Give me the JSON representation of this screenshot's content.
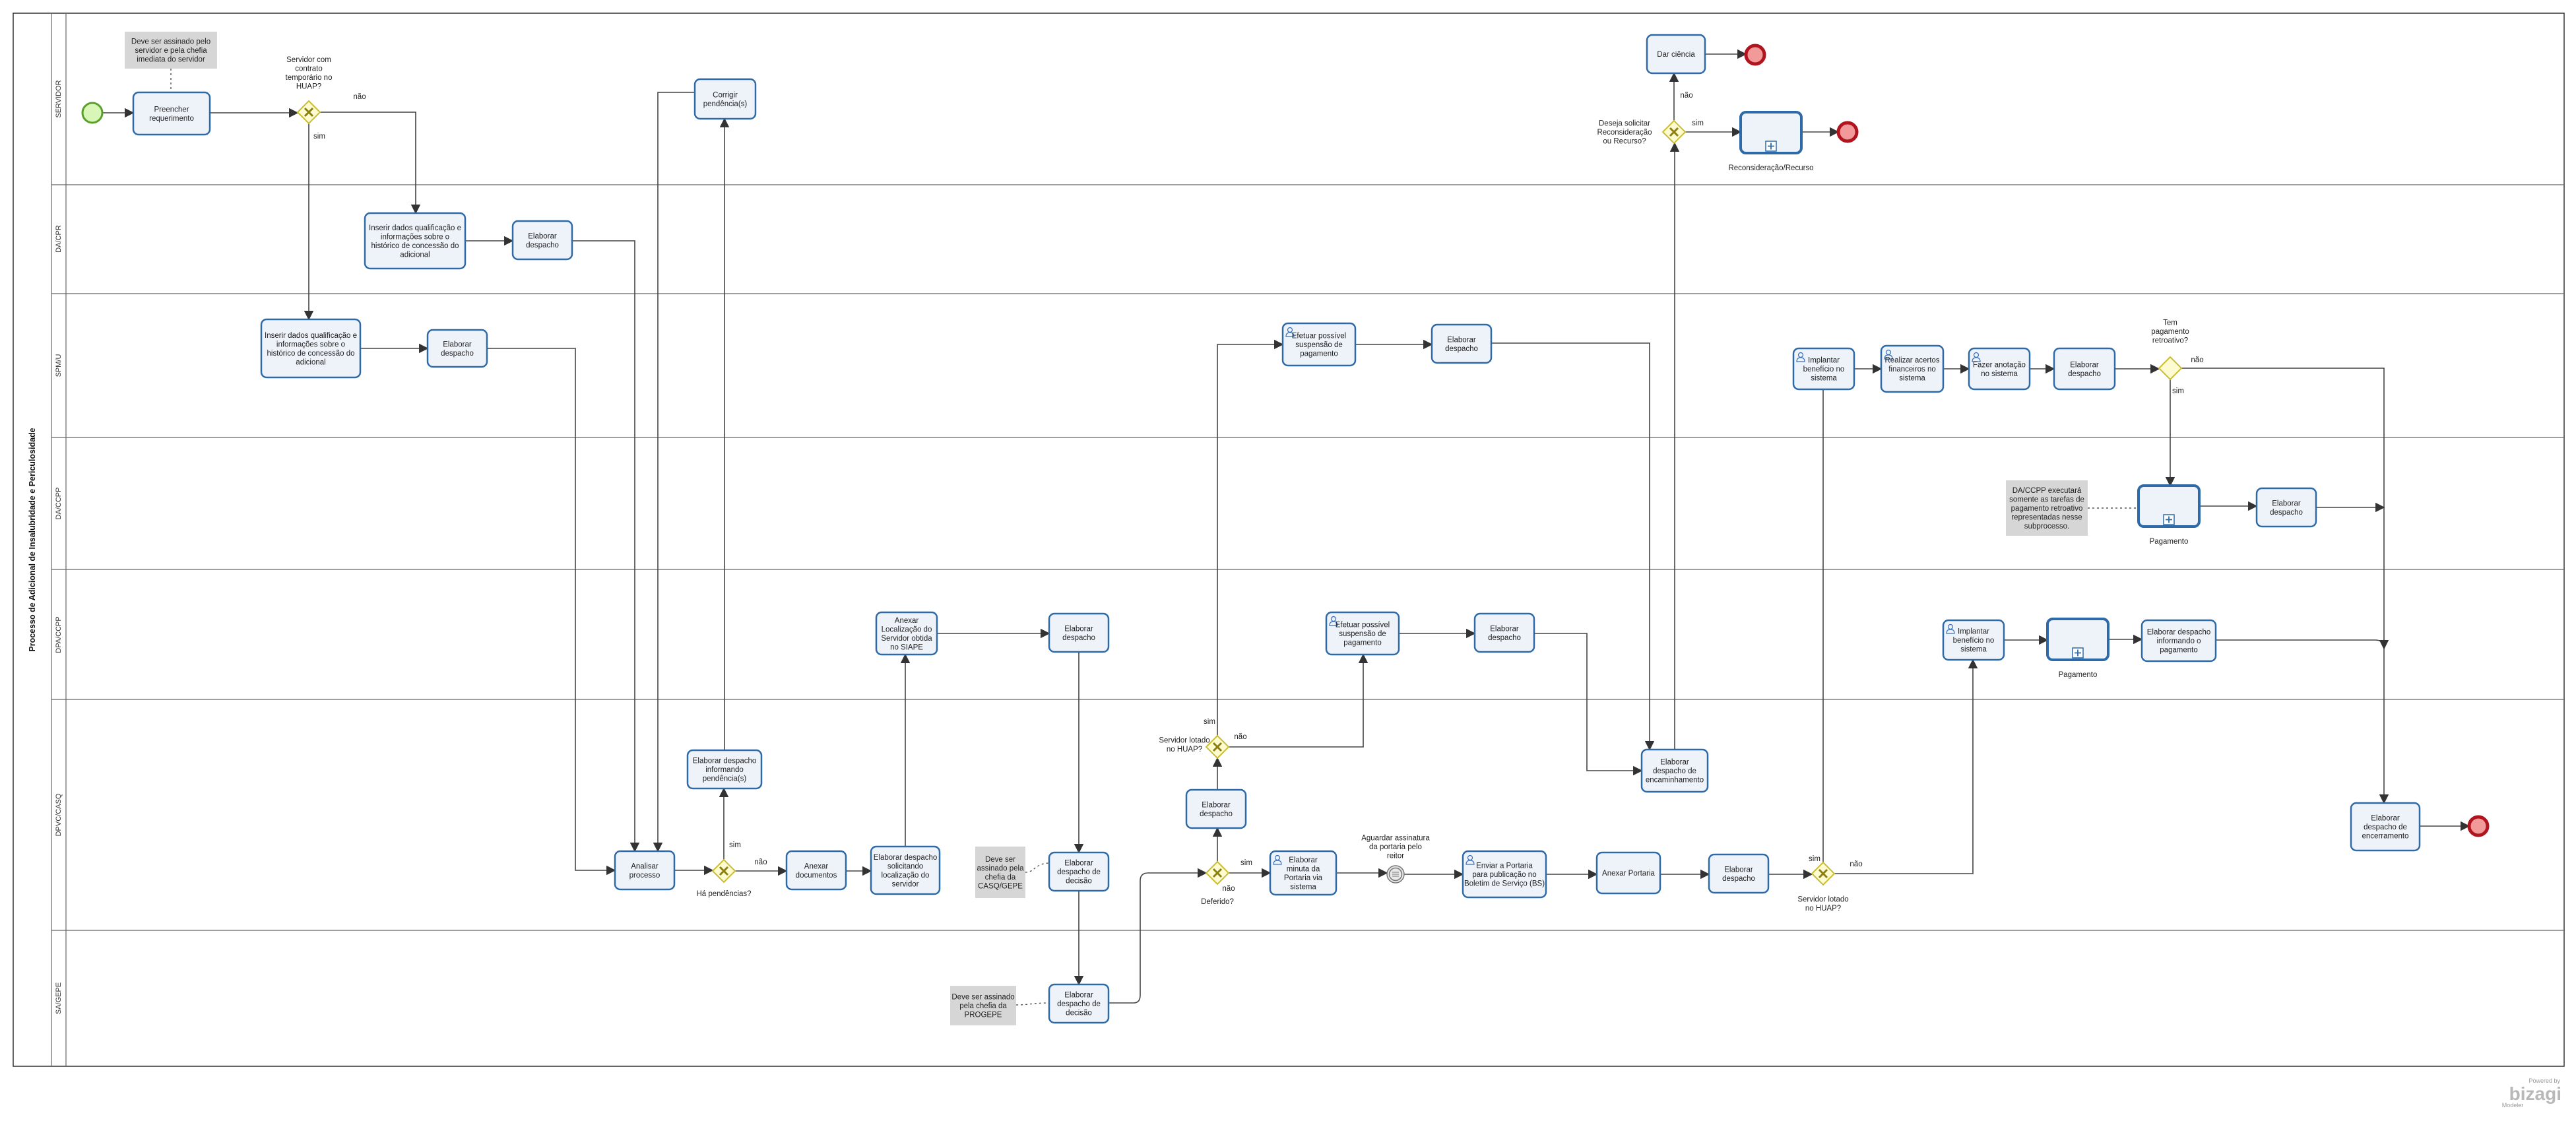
{
  "pool": {
    "title": "Processo de Adicional de Insalubridade e Periculosidade"
  },
  "lanes": [
    "SERVIDOR",
    "DA/CPR",
    "SPM/U",
    "DA/CCPP",
    "DPA/CCPP",
    "DPVC/CASQ",
    "SA/GEPE"
  ],
  "tasks": {
    "preencher": "Preencher|requerimento",
    "inserir_dacpr": "Inserir dados qualificação e|informações sobre o|histórico de concessão do|adicional",
    "elab_dacpr": "Elaborar|despacho",
    "inserir_spmu": "Inserir dados qualificação e|informações sobre o|histórico de concessão do|adicional",
    "elab_spmu": "Elaborar|despacho",
    "corrigir": "Corrigir|pendência(s)",
    "elab_pend": "Elaborar despacho|informando|pendência(s)",
    "analisar": "Analisar|processo",
    "anexar_doc": "Anexar|documentos",
    "elab_solic": "Elaborar despacho|solicitando|localização do|servidor",
    "anexar_loc": "Anexar|Localização do|Servidor obtida|no SIAPE",
    "elab_dpa1": "Elaborar|despacho",
    "elab_dec": "Elaborar|despacho de|decisão",
    "elab_dec_sa": "Elaborar|despacho de|decisão",
    "elab_defer": "Elaborar|despacho",
    "elab_minuta": "Elaborar|minuta da|Portaria via|sistema",
    "enviar_portaria": "Enviar  a Portaria|para publicação no|Boletim de Serviço (BS)",
    "anexar_portaria": "Anexar Portaria",
    "elab_dpvc2": "Elaborar|despacho",
    "efetuar_spmu": "Efetuar possível|suspensão de|pagamento",
    "elab_spmu2": "Elaborar|despacho",
    "efetuar_dpa": "Efetuar possível|suspensão de|pagamento",
    "elab_dpa2": "Elaborar|despacho",
    "elab_enc1": "Elaborar|despacho de|encaminhamento",
    "dar_ciencia": "Dar ciência",
    "implantar_spmu": "Implantar|benefício no|sistema",
    "realizar_acertos": "Realizar acertos|financeiros no|sistema",
    "fazer_anotacao": "Fazer anotação|no sistema",
    "elab_spmu3": "Elaborar|despacho",
    "elab_daccpp": "Elaborar|despacho",
    "implantar_dpa": "Implantar|benefício no|sistema",
    "elab_dpa3": "Elaborar despacho|informando o|pagamento",
    "elab_enc2": "Elaborar|despacho de|encerramento"
  },
  "subprocesses": {
    "recon": "Reconsideração/Recurso",
    "pag1": "Pagamento",
    "pag2": "Pagamento"
  },
  "gateways": {
    "g1": "Servidor com|contrato|temporário no|HUAP?",
    "g2": "Há pendências?",
    "g3": "Deferido?",
    "g4": "Servidor lotado|no HUAP?",
    "g5": "Servidor lotado|no HUAP?",
    "g6": "Deseja solicitar|Reconsideração|ou Recurso?",
    "g7": "Tem|pagamento|retroativo?"
  },
  "events": {
    "aguardar": "Aguardar assinatura|da portaria pelo|reitor"
  },
  "labels": {
    "sim": "sim",
    "nao": "não"
  },
  "notes": {
    "n1": "Deve ser assinado pelo|servidor e pela chefia|imediata do servidor",
    "n2": "Deve ser|assinado pela|chefia da|CASQ/GEPE",
    "n3": "Deve ser assinado|pela chefia da|PROGEPE",
    "n4": "DA/CCPP executará|somente as tarefas de|pagamento retroativo|representadas nesse|subprocesso."
  },
  "branding": {
    "powered_by": "Powered by",
    "logo": "bizagi",
    "sub": "Modeler"
  },
  "colors": {
    "task_stroke": "#2e6aa8",
    "task_fill": "#eef2f9",
    "gateway_fill": "#fdfbcf",
    "start": "#5aa02c",
    "end": "#b0141e"
  }
}
